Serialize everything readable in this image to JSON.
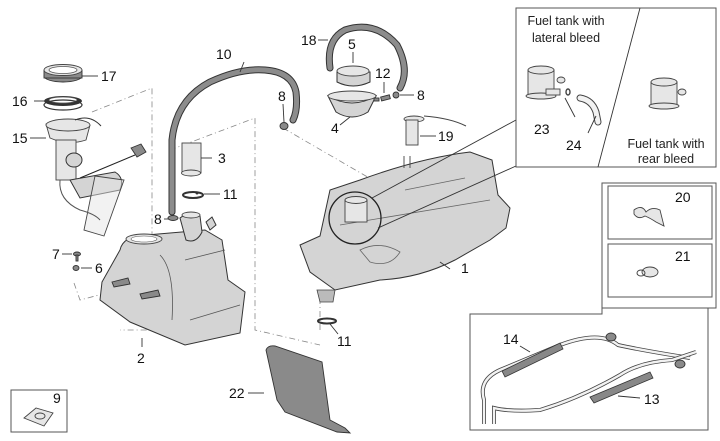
{
  "title": "Fuel tank exploded parts diagram",
  "callouts": [
    {
      "id": "1",
      "label": "1"
    },
    {
      "id": "2",
      "label": "2"
    },
    {
      "id": "3",
      "label": "3"
    },
    {
      "id": "4",
      "label": "4"
    },
    {
      "id": "5",
      "label": "5"
    },
    {
      "id": "6",
      "label": "6"
    },
    {
      "id": "7",
      "label": "7"
    },
    {
      "id": "8a",
      "label": "8"
    },
    {
      "id": "8b",
      "label": "8"
    },
    {
      "id": "8c",
      "label": "8"
    },
    {
      "id": "9",
      "label": "9"
    },
    {
      "id": "10",
      "label": "10"
    },
    {
      "id": "11a",
      "label": "11"
    },
    {
      "id": "11b",
      "label": "11"
    },
    {
      "id": "12",
      "label": "12"
    },
    {
      "id": "13",
      "label": "13"
    },
    {
      "id": "14",
      "label": "14"
    },
    {
      "id": "15",
      "label": "15"
    },
    {
      "id": "16",
      "label": "16"
    },
    {
      "id": "17",
      "label": "17"
    },
    {
      "id": "18",
      "label": "18"
    },
    {
      "id": "19",
      "label": "19"
    },
    {
      "id": "20",
      "label": "20"
    },
    {
      "id": "21",
      "label": "21"
    },
    {
      "id": "22",
      "label": "22"
    },
    {
      "id": "23",
      "label": "23"
    },
    {
      "id": "24",
      "label": "24"
    }
  ],
  "inset": {
    "lateral": {
      "line1": "Fuel tank with",
      "line2": "lateral bleed"
    },
    "rear": {
      "line1": "Fuel tank with",
      "line2": "rear bleed"
    }
  }
}
